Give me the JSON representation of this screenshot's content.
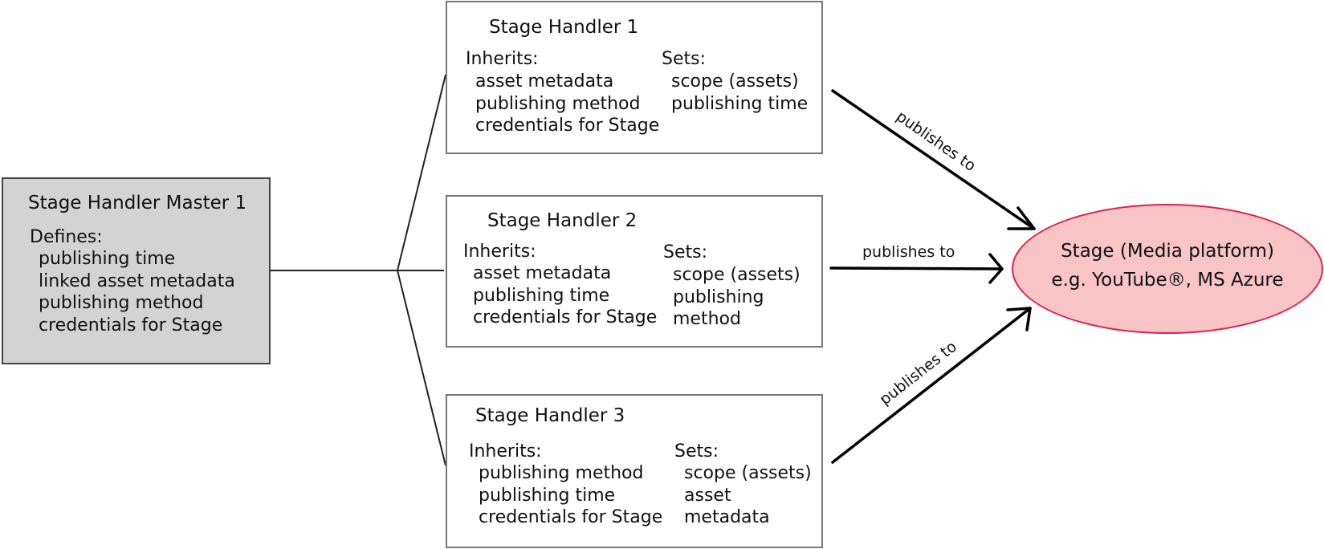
{
  "master": {
    "title": "Stage Handler Master 1",
    "label": "Defines:",
    "items": [
      "publishing time",
      "linked asset metadata",
      "publishing method",
      "credentials for Stage"
    ]
  },
  "handlers": [
    {
      "title": "Stage Handler 1",
      "inherits_label": "Inherits:",
      "inherits": [
        "asset metadata",
        "publishing method",
        "credentials for Stage"
      ],
      "sets_label": "Sets:",
      "sets": [
        "scope (assets)",
        "publishing time"
      ]
    },
    {
      "title": "Stage Handler 2",
      "inherits_label": "Inherits:",
      "inherits": [
        "asset metadata",
        "publishing time",
        "credentials for Stage"
      ],
      "sets_label": "Sets:",
      "sets": [
        "scope (assets)",
        "publishing",
        "method"
      ]
    },
    {
      "title": "Stage Handler 3",
      "inherits_label": "Inherits:",
      "inherits": [
        "publishing method",
        "publishing time",
        "credentials for Stage"
      ],
      "sets_label": "Sets:",
      "sets": [
        "scope (assets)",
        "asset",
        "metadata"
      ]
    }
  ],
  "edges": [
    "publishes to",
    "publishes to",
    "publishes to"
  ],
  "stage": {
    "line1": "Stage (Media platform)",
    "line2": "e.g. YouTube®, MS Azure"
  }
}
